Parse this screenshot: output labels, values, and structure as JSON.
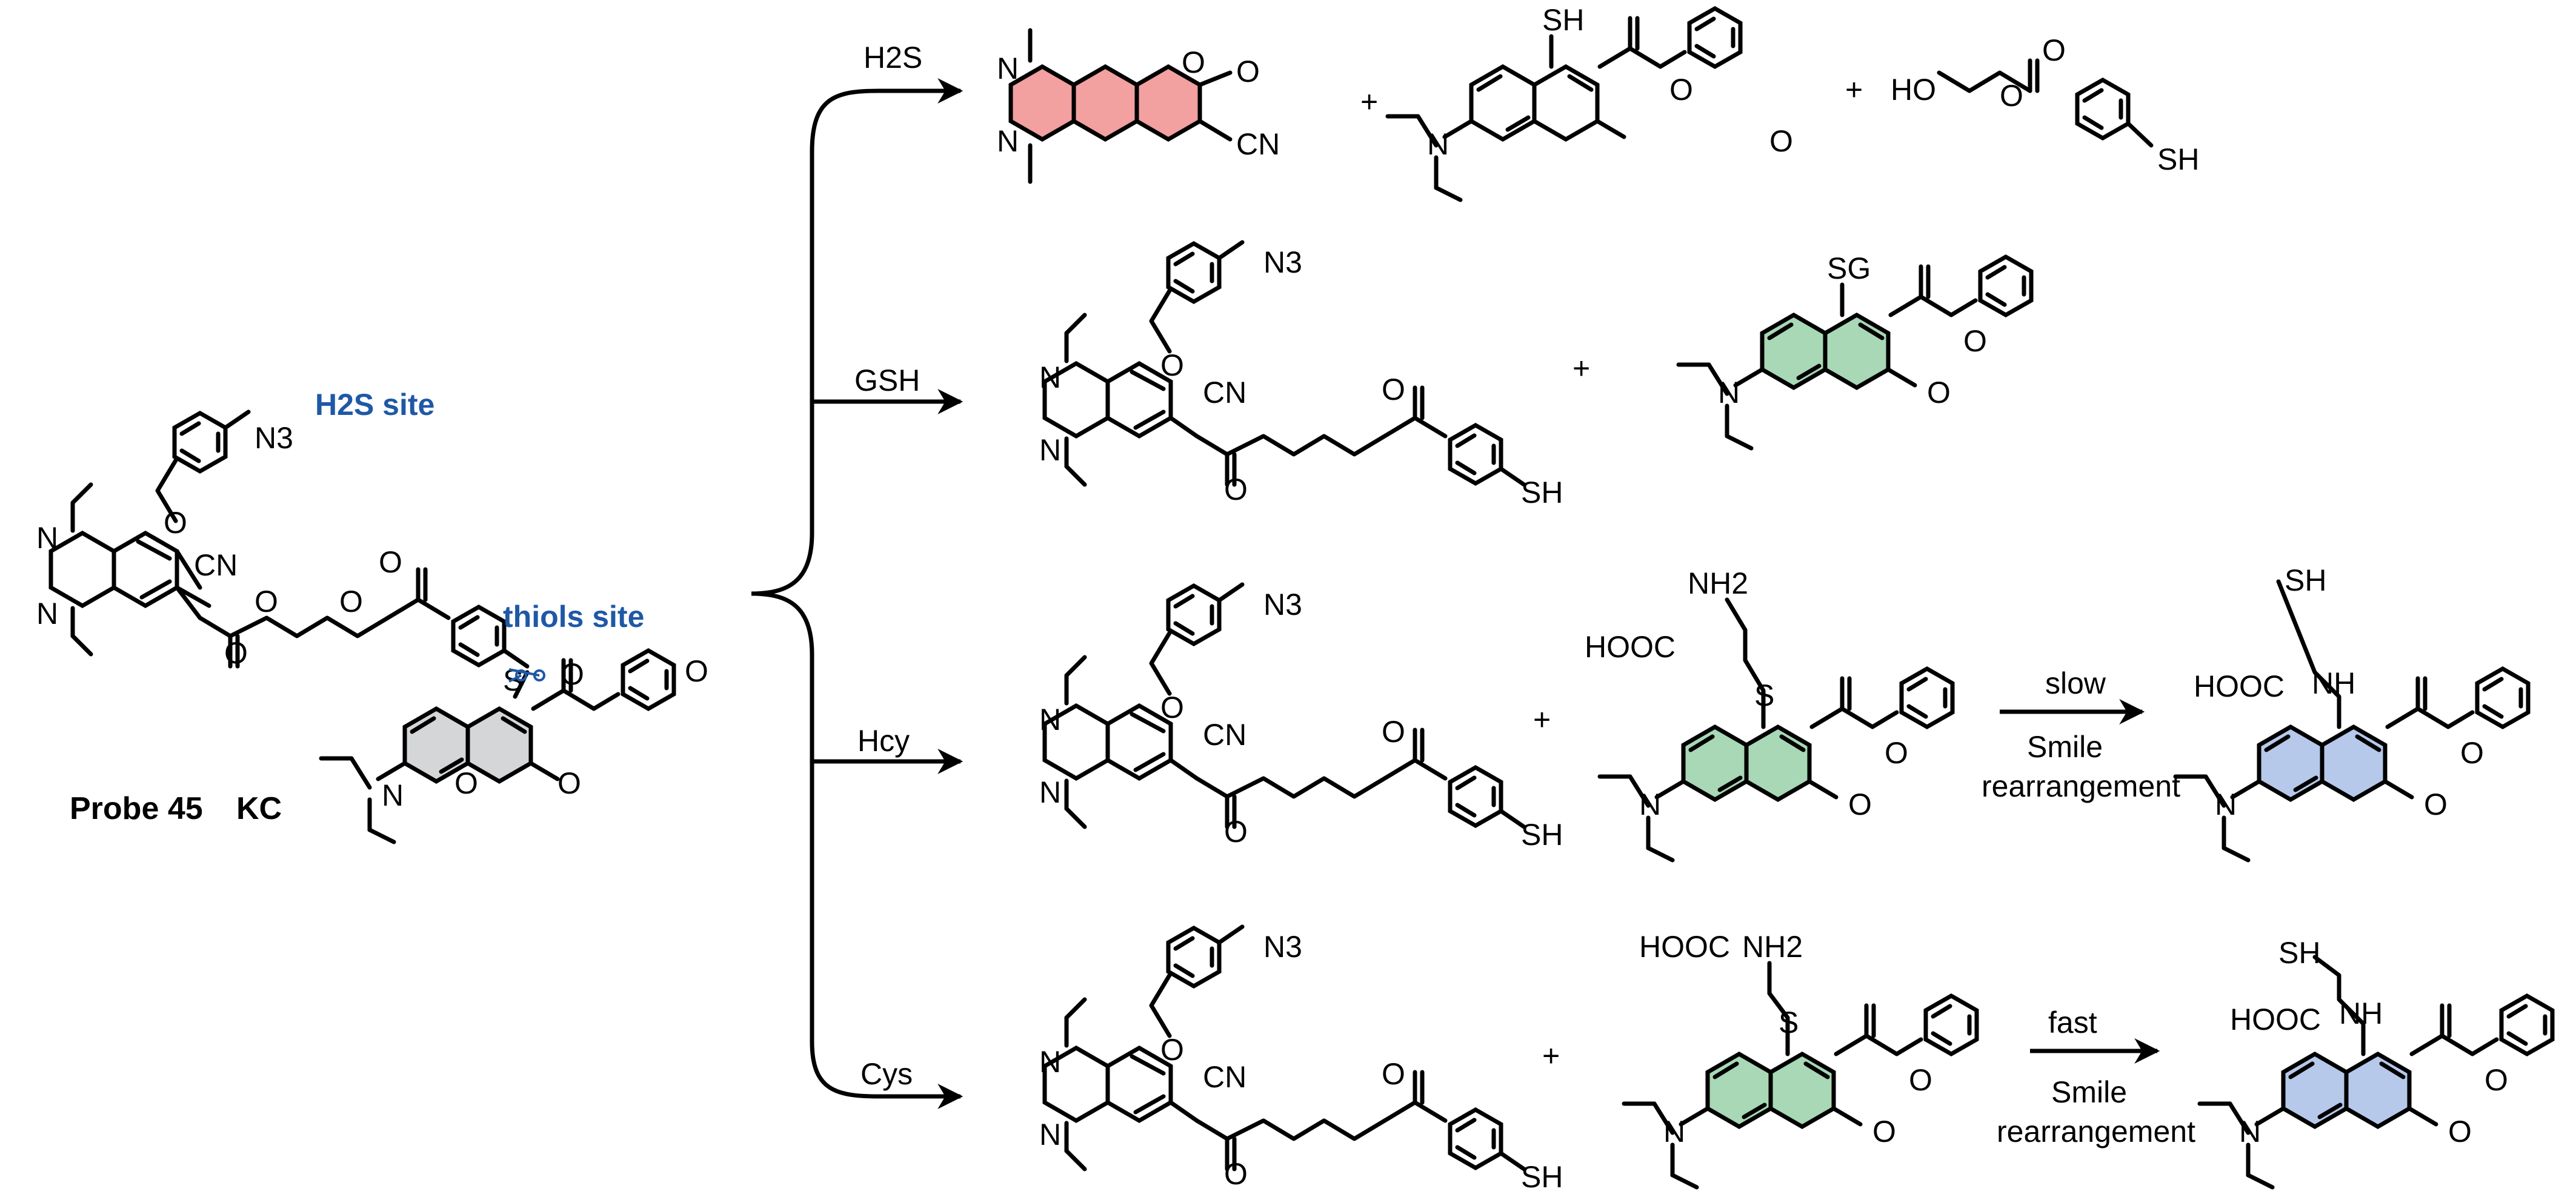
{
  "probe": {
    "name": "Probe 45",
    "code": "KC",
    "h2s_site": "H2S site",
    "thiols_site": "thiols site"
  },
  "reactions": [
    {
      "analyte": "H2S"
    },
    {
      "analyte": "GSH"
    },
    {
      "analyte": "Hcy"
    },
    {
      "analyte": "Cys"
    }
  ],
  "atom_labels": {
    "n": "N",
    "o": "O",
    "s": "S",
    "sh": "SH",
    "sg": "SG",
    "cn": "CN",
    "n3": "N3",
    "ho": "HO",
    "hooc": "HOOC",
    "nh2": "NH2",
    "nh": "NH",
    "plus": "+"
  },
  "transformations": {
    "slow_label": "slow",
    "fast_label": "fast",
    "smile_label": "Smile",
    "rearrangement_label": "rearrangement"
  },
  "colors": {
    "h2s_product": "#f2a0a0",
    "gsh_product": "#a8d8b6",
    "smile_product": "#b7c9ea",
    "probe_coumarin": "#d4d6d8",
    "site_label": "#1f58a6"
  },
  "icons": [
    "scissors-icon"
  ]
}
